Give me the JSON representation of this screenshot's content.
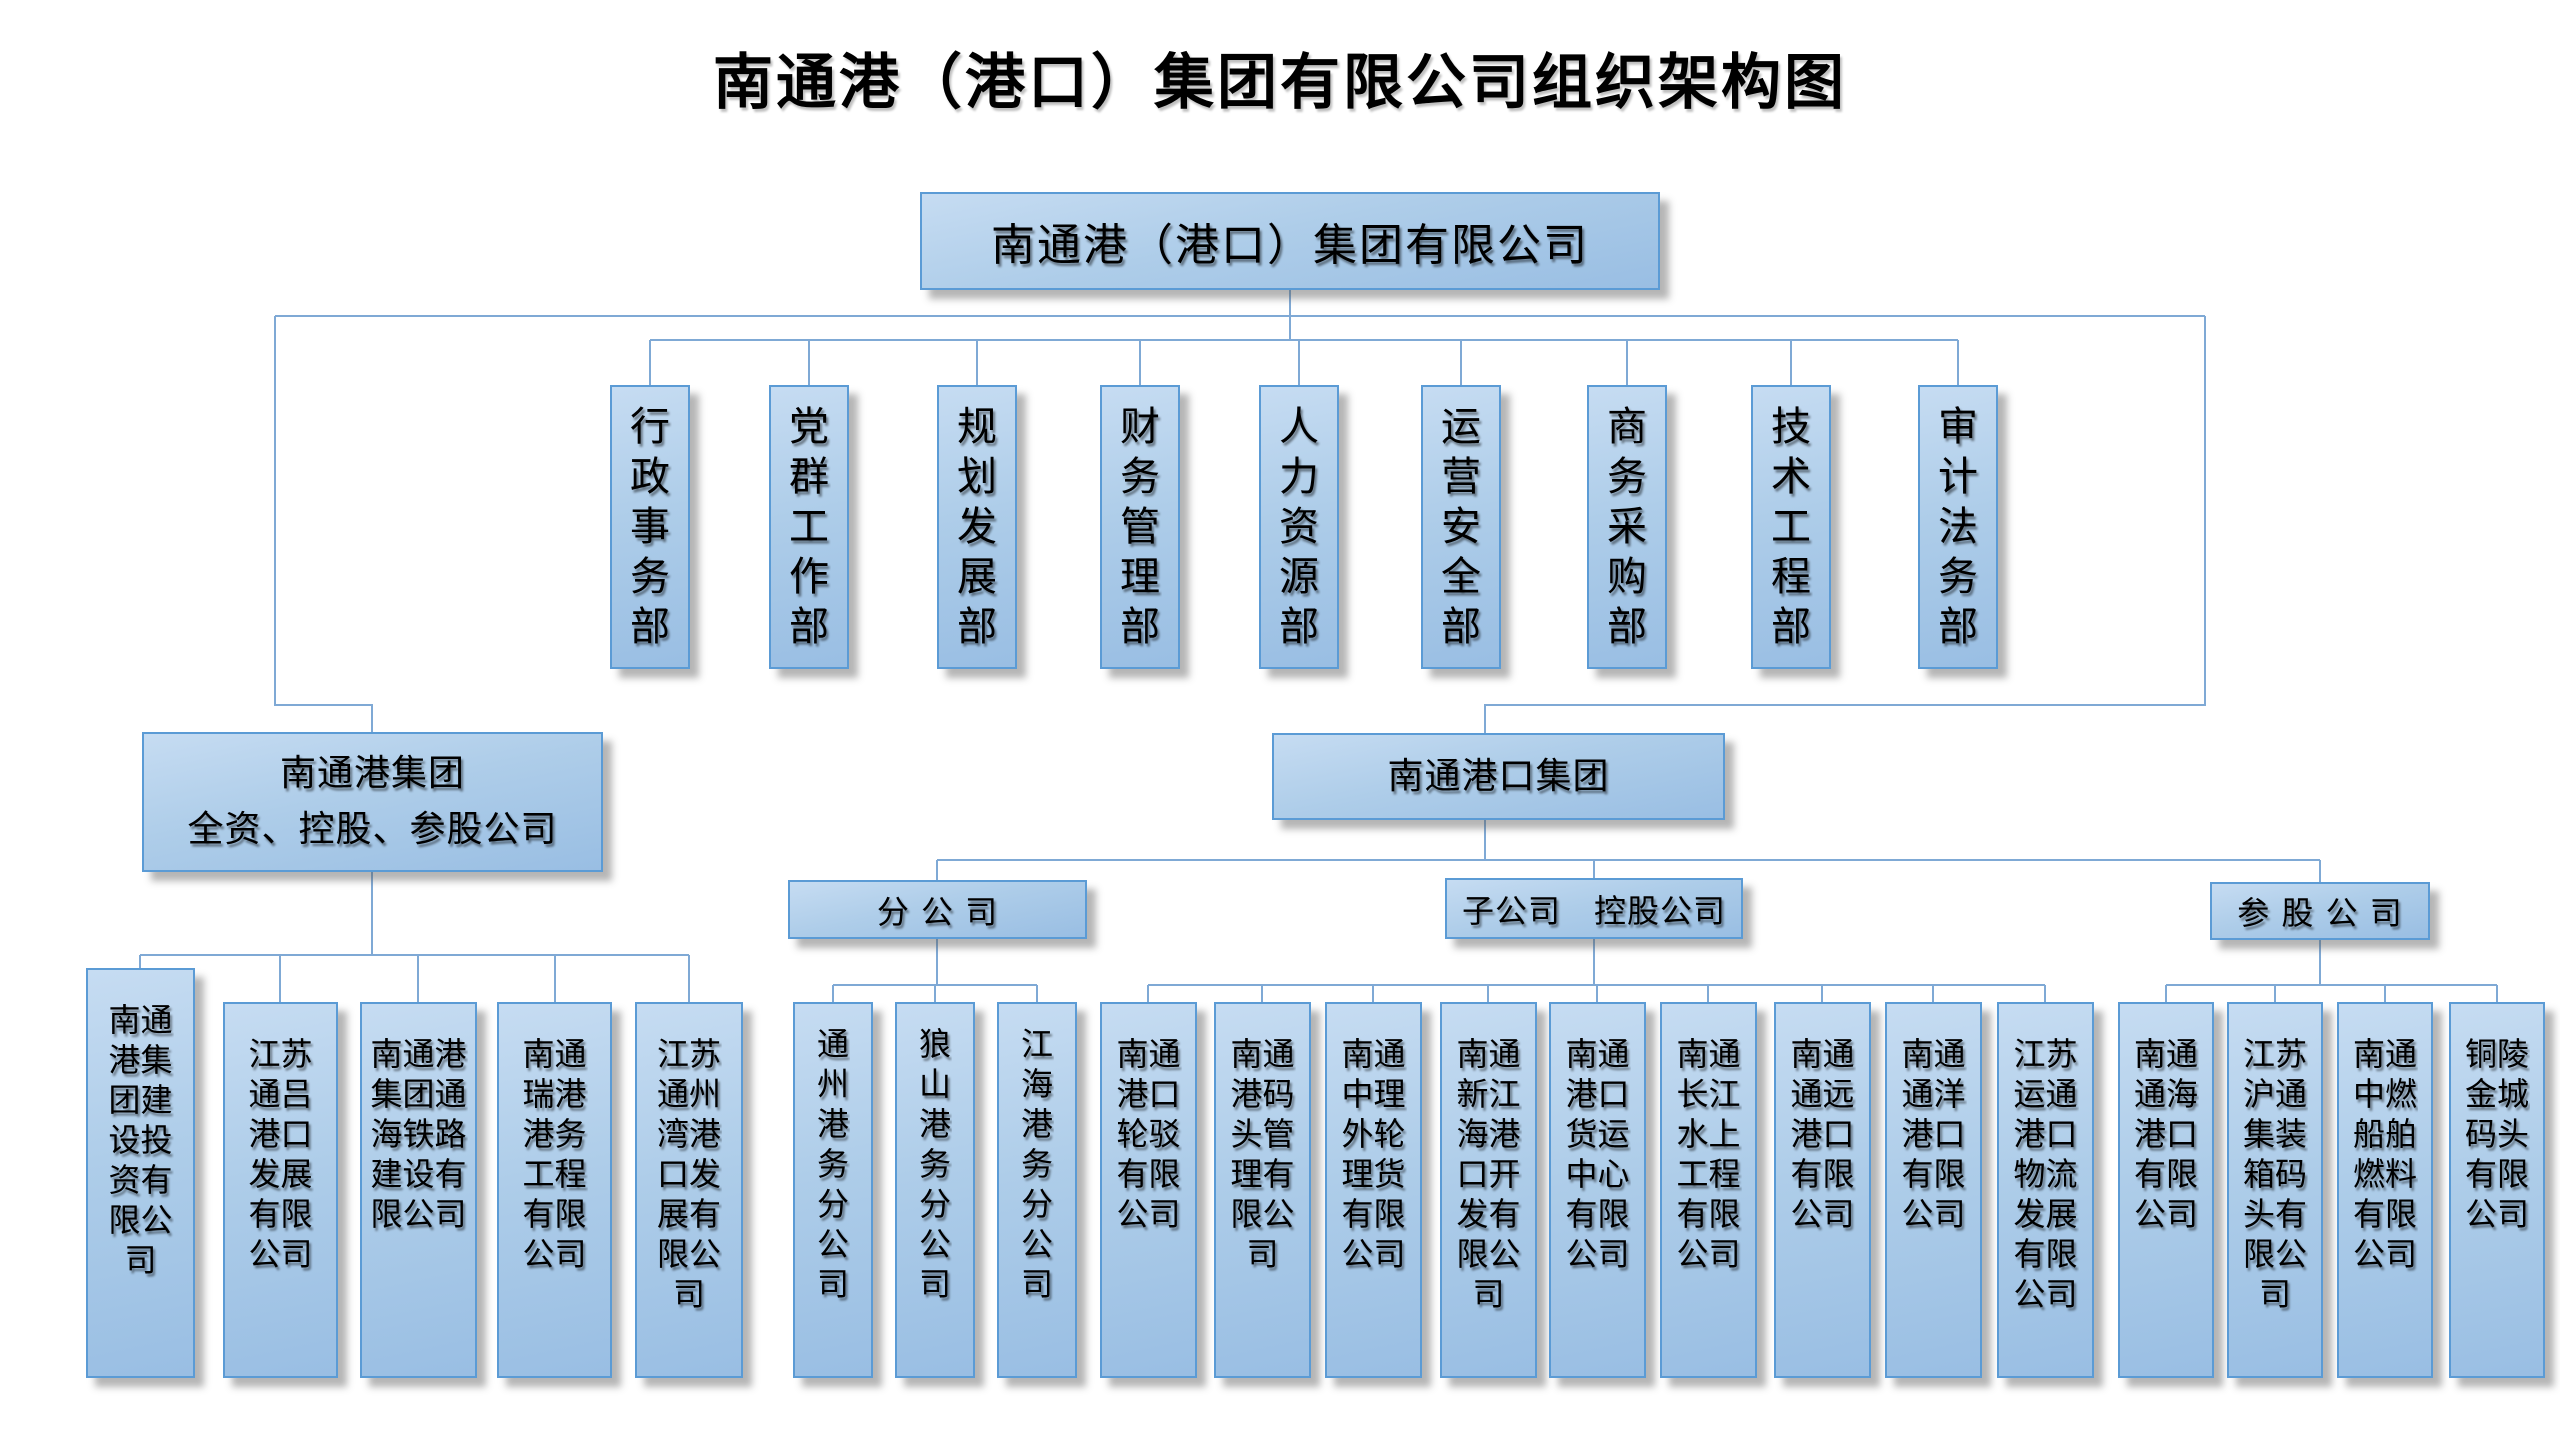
{
  "title": "南通港（港口）集团有限公司组织架构图",
  "root": {
    "label": "南通港（港口）集团有限公司"
  },
  "departments": [
    "行政事务部",
    "党群工作部",
    "规划发展部",
    "财务管理部",
    "人力资源部",
    "运营安全部",
    "商务采购部",
    "技术工程部",
    "审计法务部"
  ],
  "left_branch": {
    "line1": "南通港集团",
    "line2": "全资、控股、参股公司",
    "companies": [
      "南通港集团建设投资有限公司",
      "江苏通吕港口发展有限公司",
      "南通港集团通海铁路建设有限公司",
      "南通瑞港港务工程有限公司",
      "江苏通州湾港口发展有限公司"
    ]
  },
  "right_branch": {
    "label": "南通港口集团",
    "categories": [
      {
        "label": "分 公 司",
        "companies": [
          "通州港务分公司",
          "狼山港务分公司",
          "江海港务分公司"
        ]
      },
      {
        "label": "子公司　控股公司",
        "companies": [
          "南通港口轮驳有限公司",
          "南通港码头管理有限公司",
          "南通中理外轮理货有限公司",
          "南通新江海港口开发有限公司",
          "南通港口货运中心有限公司",
          "南通长江水上工程有限公司",
          "南通通远港口有限公司",
          "南通通洋港口有限公司",
          "江苏运通港口物流发展有限公司"
        ]
      },
      {
        "label": "参 股 公 司",
        "companies": [
          "南通通海港口有限公司",
          "江苏沪通集装箱码头有限公司",
          "南通中燃船舶燃料有限公司",
          "铜陵金城码头有限公司"
        ]
      }
    ]
  },
  "colors": {
    "box_border": "#5b9bd5",
    "box_fill_top": "#c6dcf2",
    "box_fill_bottom": "#99bee3",
    "connector": "#7fa9d5"
  }
}
